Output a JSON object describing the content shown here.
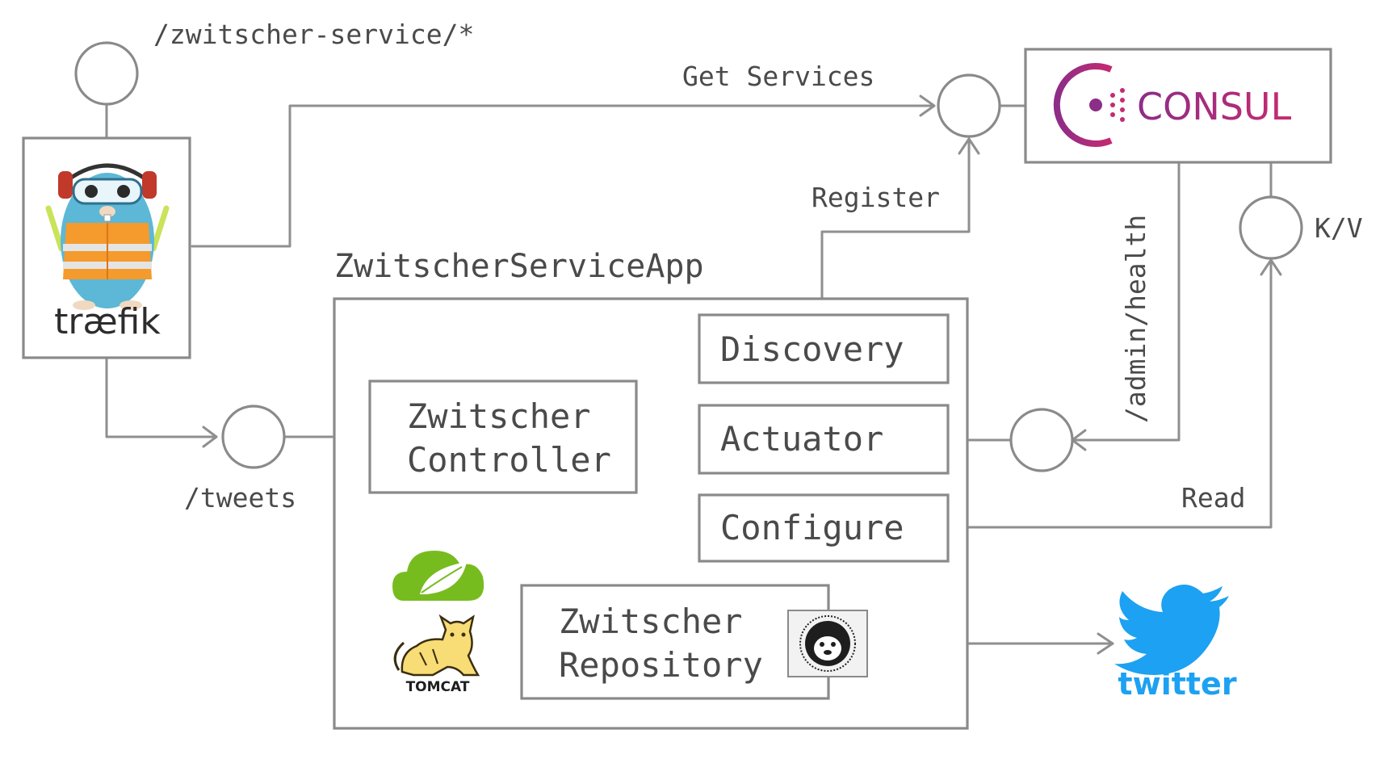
{
  "labels": {
    "zwitscher_route": "/zwitscher-service/*",
    "get_services": "Get Services",
    "register": "Register",
    "admin_health": "/admin/health",
    "kv": "K/V",
    "read": "Read",
    "tweets": "/tweets",
    "app_title": "ZwitscherServiceApp"
  },
  "components": {
    "discovery": "Discovery",
    "actuator": "Actuator",
    "controller_line1": "Zwitscher",
    "controller_line2": "Controller",
    "configure": "Configure",
    "repository_line1": "Zwitscher",
    "repository_line2": "Repository"
  },
  "logos": {
    "traefik_wordmark": "træfik",
    "consul_wordmark": "CONSUL",
    "tomcat_wordmark": "TOMCAT",
    "twitter_wordmark": "twitter"
  },
  "icons": [
    "traefik-gopher-icon",
    "consul-logo-icon",
    "spring-leaf-icon",
    "tomcat-cat-icon",
    "hystrix-hedgehog-icon",
    "twitter-bird-icon"
  ],
  "colors": {
    "lines": "#8f8f8f",
    "text": "#4a4a4a",
    "consul_purple": "#8c2d88",
    "consul_crimson": "#c62a71",
    "spring_green": "#77bc1f",
    "twitter_blue": "#1da1f2",
    "tomcat_yellow": "#f8dc75",
    "traefik_blue": "#5cb8d6",
    "traefik_orange": "#f59a2c"
  }
}
